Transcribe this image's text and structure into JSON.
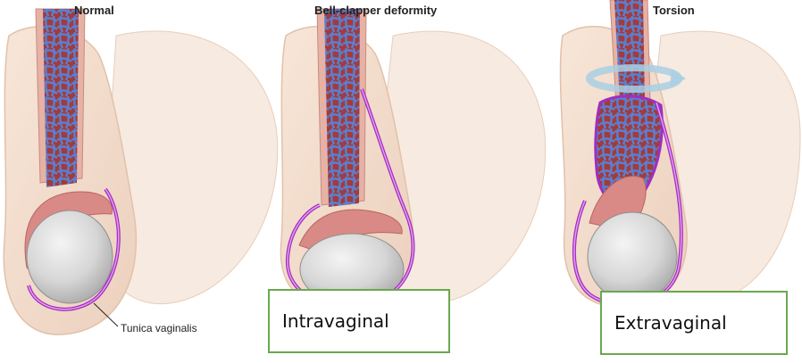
{
  "panels": [
    {
      "title": "Normal"
    },
    {
      "title": "Bell-clapper deformity"
    },
    {
      "title": "Torsion"
    }
  ],
  "annotation": {
    "text": "Tunica vaginalis"
  },
  "boxes": [
    {
      "text": "Intravaginal"
    },
    {
      "text": "Extravaginal"
    }
  ],
  "colors": {
    "skin": "#f3dccb",
    "skin_shadow": "#e7c6b0",
    "membrane": "#a02ec0",
    "membrane_light": "#e79cf0",
    "vein": "#5b7fd0",
    "artery": "#b23a3a",
    "epididymis": "#d98a86",
    "testis": "#dcdcdc",
    "rotation_arrow": "#a9cfe3",
    "box_border": "#6aa84f"
  }
}
